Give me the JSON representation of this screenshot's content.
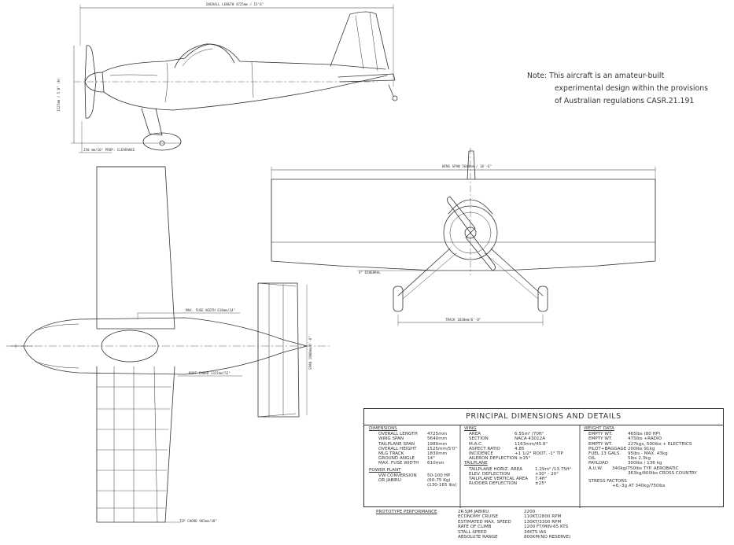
{
  "note": {
    "line1": "Note: This aircraft is an amateur-built",
    "line2": "experimental design within the provisions",
    "line3": "of Australian regulations CASR.21.191"
  },
  "side_view": {
    "overall_length": "OVERALL LENGTH 4725mm / 15'6\"",
    "height": "1525mm / 5'0\" (H)",
    "prop_clearance": "250 mm/10\" PROP. CLEARANCE"
  },
  "front_view": {
    "wing_span": "WING SPAN 5640mm / 18'-6\"",
    "dihedral": "4° DIHEDRAL",
    "track": "TRACK 1830mm/6'-0\""
  },
  "plan_view": {
    "max_fuse_width": "MAX. FUSE WIDTH 610mm/24\"",
    "root_chord": "ROOT CHORD 1321mm/52\"",
    "tip_chord": "TIP CHORD 965mm/38\"",
    "tailplane_span": "SPAN 1980mm/6'-6\""
  },
  "table": {
    "title": "PRINCIPAL DIMENSIONS AND DETAILS",
    "dimensions": {
      "header": "DIMENSIONS",
      "rows": [
        {
          "k": "OVERALL LENGTH",
          "v": "4725mm"
        },
        {
          "k": "WING SPAN",
          "v": "5640mm"
        },
        {
          "k": "TAILPLANE SPAN",
          "v": "1980mm"
        },
        {
          "k": "OVERALL HEIGHT",
          "v": "1525mm/5'0\""
        },
        {
          "k": "MLG TRACK",
          "v": "1830mm"
        },
        {
          "k": "GROUND ANGLE",
          "v": "14°"
        },
        {
          "k": "MAX. FUSE WIDTH",
          "v": "610mm"
        }
      ]
    },
    "power_plant": {
      "header": "POWER PLANT",
      "rows": [
        {
          "k": "VW CONVERSION",
          "v": "50-100 HP"
        },
        {
          "k": "OR JABIRU",
          "v": "(60-75 Kg)"
        },
        {
          "k": "",
          "v": "(130-165 lbs)"
        }
      ]
    },
    "wing": {
      "header": "WING",
      "rows": [
        {
          "k": "AREA",
          "v": "6.55m² /70ft²"
        },
        {
          "k": "SECTION",
          "v": "NACA 43012A"
        },
        {
          "k": "M.A.C.",
          "v": "1163mm/45.8\""
        },
        {
          "k": "ASPECT RATIO",
          "v": "4.85"
        },
        {
          "k": "INCIDENCE",
          "v": "+1 1/2° ROOT, -1° TIP"
        },
        {
          "k": "AILERON DEFLECTION",
          "v": "±15°"
        }
      ]
    },
    "tailplane": {
      "header": "TAILPLANE",
      "rows": [
        {
          "k": "TAILPLANE HORIZ. AREA",
          "v": "1.29m² /13.75ft²"
        },
        {
          "k": "ELEV. DEFLECTION",
          "v": "+30° - 20°"
        },
        {
          "k": "TAILPLANE VERTICAL AREA",
          "v": "7.4ft²"
        },
        {
          "k": "RUDDER DEFLECTION",
          "v": "±25°"
        }
      ]
    },
    "weight": {
      "header": "WEIGHT DATA",
      "rows": [
        {
          "k": "EMPTY WT.",
          "v": "465lbs (80 HP)"
        },
        {
          "k": "EMPTY WT.",
          "v": "475lbs +RADIO"
        },
        {
          "k": "EMPTY WT.",
          "v": "227kgs, 500lbs + ELECTRICS"
        },
        {
          "k": "PILOT+BAGGAGE",
          "v": "200lbs  91kg"
        },
        {
          "k": "FUEL 13 GALS.",
          "v": "95lbs - MAX. 43kg"
        },
        {
          "k": "OIL",
          "v": "5lbs  2.3kg"
        },
        {
          "k": "PAYLOAD",
          "v": "300lbs / 136 kg"
        },
        {
          "k": "A.U.W.",
          "v": "340kg/750lbs TYP. AEROBATIC"
        },
        {
          "k": "",
          "v": "363kg/800lbs CROSS COUNTRY"
        }
      ],
      "stress_header": "STRESS FACTORS",
      "stress_value": "+6,-3g AT 340kg/750lbs"
    }
  },
  "performance": {
    "header": "PROTOTYPE PERFORMANCE",
    "rows": [
      {
        "k": "2K-SJM JABIRU",
        "v": "2200"
      },
      {
        "k": "ECONOMY CRUISE",
        "v": "110KT/2800 RPM"
      },
      {
        "k": "ESTIMATED MAX. SPEED",
        "v": "130KT/3300 RPM"
      },
      {
        "k": "RATE OF CLIMB",
        "v": "1200 FT/MIN-65 KTS"
      },
      {
        "k": "STALL SPEED",
        "v": "34KTS IAS"
      },
      {
        "k": "ABSOLUTE RANGE",
        "v": "800KM(NO RESERVE)"
      }
    ]
  }
}
